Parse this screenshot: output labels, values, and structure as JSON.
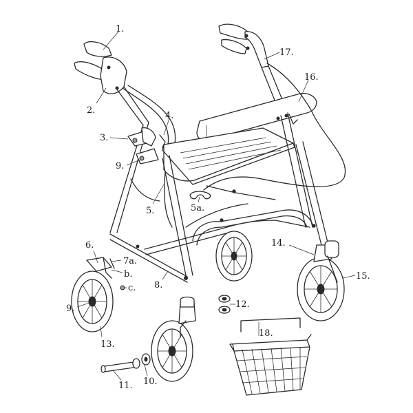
{
  "callouts": [
    {
      "id": "1",
      "label": "1."
    },
    {
      "id": "2",
      "label": "2."
    },
    {
      "id": "3",
      "label": "3."
    },
    {
      "id": "4",
      "label": "4."
    },
    {
      "id": "5",
      "label": "5."
    },
    {
      "id": "5a",
      "label": "5a."
    },
    {
      "id": "6",
      "label": "6."
    },
    {
      "id": "7a",
      "label": "7a."
    },
    {
      "id": "7b",
      "label": "b."
    },
    {
      "id": "7c",
      "label": "c."
    },
    {
      "id": "8",
      "label": "8."
    },
    {
      "id": "9-top",
      "label": "9."
    },
    {
      "id": "9-bottom",
      "label": "9."
    },
    {
      "id": "10",
      "label": "10."
    },
    {
      "id": "11",
      "label": "11."
    },
    {
      "id": "12",
      "label": "12."
    },
    {
      "id": "13",
      "label": "13."
    },
    {
      "id": "14",
      "label": "14."
    },
    {
      "id": "15",
      "label": "15."
    },
    {
      "id": "16",
      "label": "16."
    },
    {
      "id": "17",
      "label": "17."
    },
    {
      "id": "18",
      "label": "18."
    }
  ]
}
